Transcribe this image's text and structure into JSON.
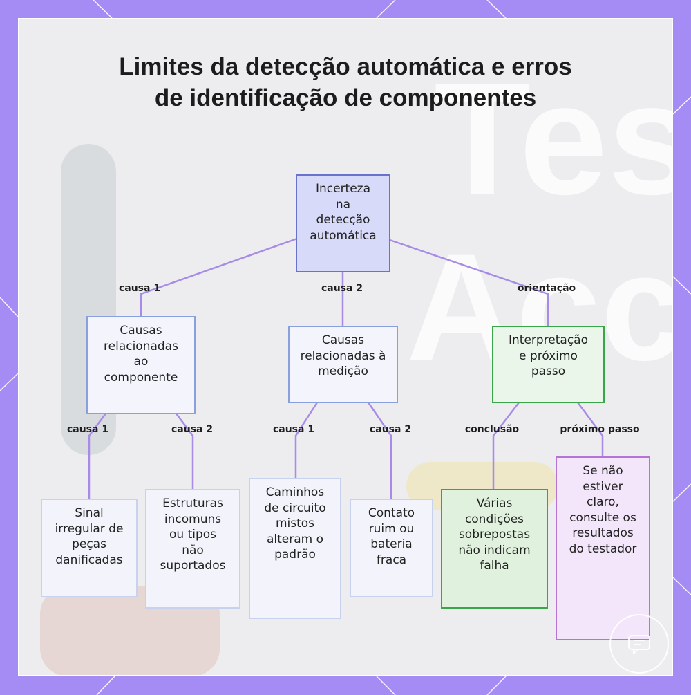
{
  "title": "Limites da detecção automática e erros de identificação de componentes",
  "nodes": {
    "root": "Incerteza na detecção automática",
    "component_causes": "Causas relacionadas ao componente",
    "measurement_causes": "Causas relacionadas à medição",
    "interpretation": "Interpretação e próximo passo",
    "irregular_signal": "Sinal irregular de peças danificadas",
    "unusual_structures": "Estruturas incomuns ou tipos não suportados",
    "mixed_paths": "Caminhos de circuito mistos alteram o padrão",
    "bad_contact": "Contato ruim ou bateria fraca",
    "overlapping_conditions": "Várias condições sobrepostas não indicam falha",
    "consult_results": "Se não estiver claro, consulte os resultados do testador"
  },
  "edges": {
    "root_to_component": "causa 1",
    "root_to_measurement": "causa 2",
    "root_to_interpretation": "orientação",
    "component_to_signal": "causa 1",
    "component_to_structures": "causa 2",
    "measurement_to_paths": "causa 1",
    "measurement_to_contact": "causa 2",
    "interpretation_to_conditions": "conclusão",
    "interpretation_to_consult": "próximo passo"
  },
  "background_text": [
    "Tes",
    "Acc"
  ],
  "colors": {
    "frame": "#a48cf4",
    "edge": "#a78be6",
    "root_fill": "#d8daf9",
    "green_border": "#3aa64a",
    "pink_border": "#b573d6"
  }
}
